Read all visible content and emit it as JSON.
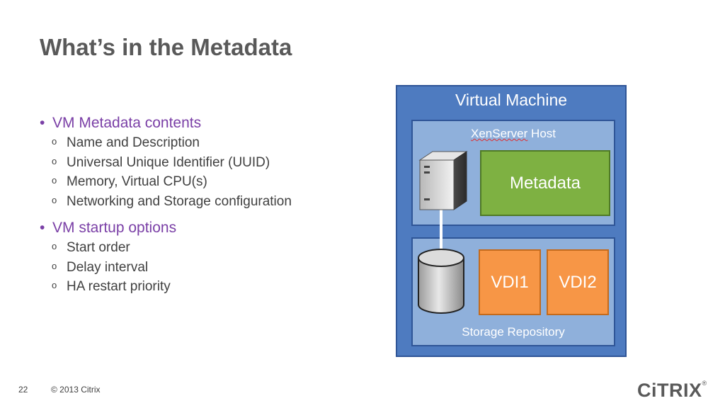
{
  "slide": {
    "title": "What’s in the Metadata",
    "sections": [
      {
        "heading": "VM Metadata contents",
        "items": [
          "Name and Description",
          "Universal Unique Identifier (UUID)",
          "Memory, Virtual CPU(s)",
          "Networking and Storage configuration"
        ]
      },
      {
        "heading": "VM startup options",
        "items": [
          "Start order",
          "Delay interval",
          "HA restart priority"
        ]
      }
    ],
    "bullet_glyph": "•",
    "sub_bullet_glyph": "o"
  },
  "diagram": {
    "vm_label": "Virtual Machine",
    "host_label_word": "XenServer",
    "host_label_rest": " Host",
    "metadata_label": "Metadata",
    "sr_label": "Storage Repository",
    "vdi1_label": "VDI1",
    "vdi2_label": "VDI2",
    "colors": {
      "vm_fill": "#4e7bc0",
      "panel_fill": "#8fb0db",
      "metadata_fill": "#7eb142",
      "vdi_fill": "#f79646",
      "heading_text": "#7a3fa6"
    },
    "icons": [
      "server-icon",
      "storage-cylinder-icon"
    ]
  },
  "footer": {
    "page_number": "22",
    "copyright": "© 2013 Citrix",
    "logo_text": "CiTRIX",
    "logo_mark": "®"
  }
}
